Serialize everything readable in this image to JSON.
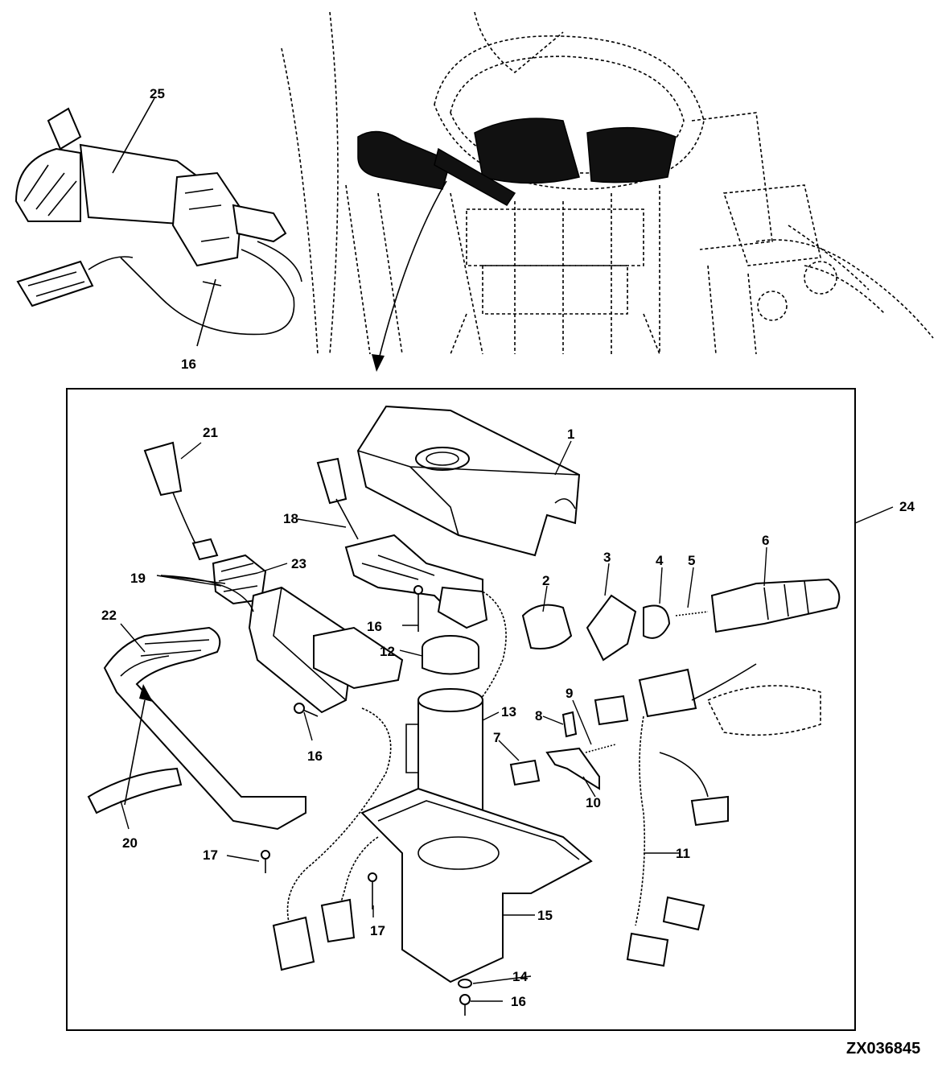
{
  "figure_id": "ZX036845",
  "callouts": {
    "c1": "1",
    "c2": "2",
    "c3": "3",
    "c4": "4",
    "c5": "5",
    "c6": "6",
    "c7": "7",
    "c8": "8",
    "c9": "9",
    "c10": "10",
    "c11": "11",
    "c12": "12",
    "c13": "13",
    "c14": "14",
    "c15": "15",
    "c16a": "16",
    "c16b": "16",
    "c16c": "16",
    "c16d": "16",
    "c17a": "17",
    "c17b": "17",
    "c18": "18",
    "c19": "19",
    "c20": "20",
    "c21": "21",
    "c22": "22",
    "c23": "23",
    "c24": "24",
    "c25": "25"
  }
}
